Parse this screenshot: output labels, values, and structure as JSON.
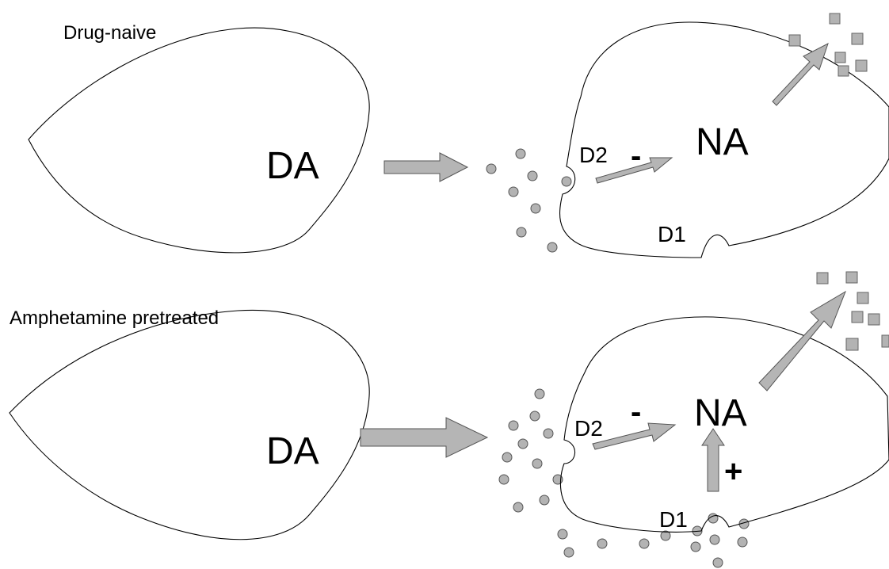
{
  "panels": [
    {
      "title": "Drug-naive",
      "presynaptic_label": "DA",
      "postsynaptic_label": "NA",
      "receptor_d2_label": "D2",
      "receptor_d1_label": "D1",
      "d2_effect_sign": "-",
      "d1_effect_sign": ""
    },
    {
      "title": "Amphetamine pretreated",
      "presynaptic_label": "DA",
      "postsynaptic_label": "NA",
      "receptor_d2_label": "D2",
      "receptor_d1_label": "D1",
      "d2_effect_sign": "-",
      "d1_effect_sign": "+"
    }
  ],
  "colors": {
    "arrow_fill": "#b5b5b5",
    "particle_fill": "#b3b3b3",
    "outline": "#000000"
  }
}
